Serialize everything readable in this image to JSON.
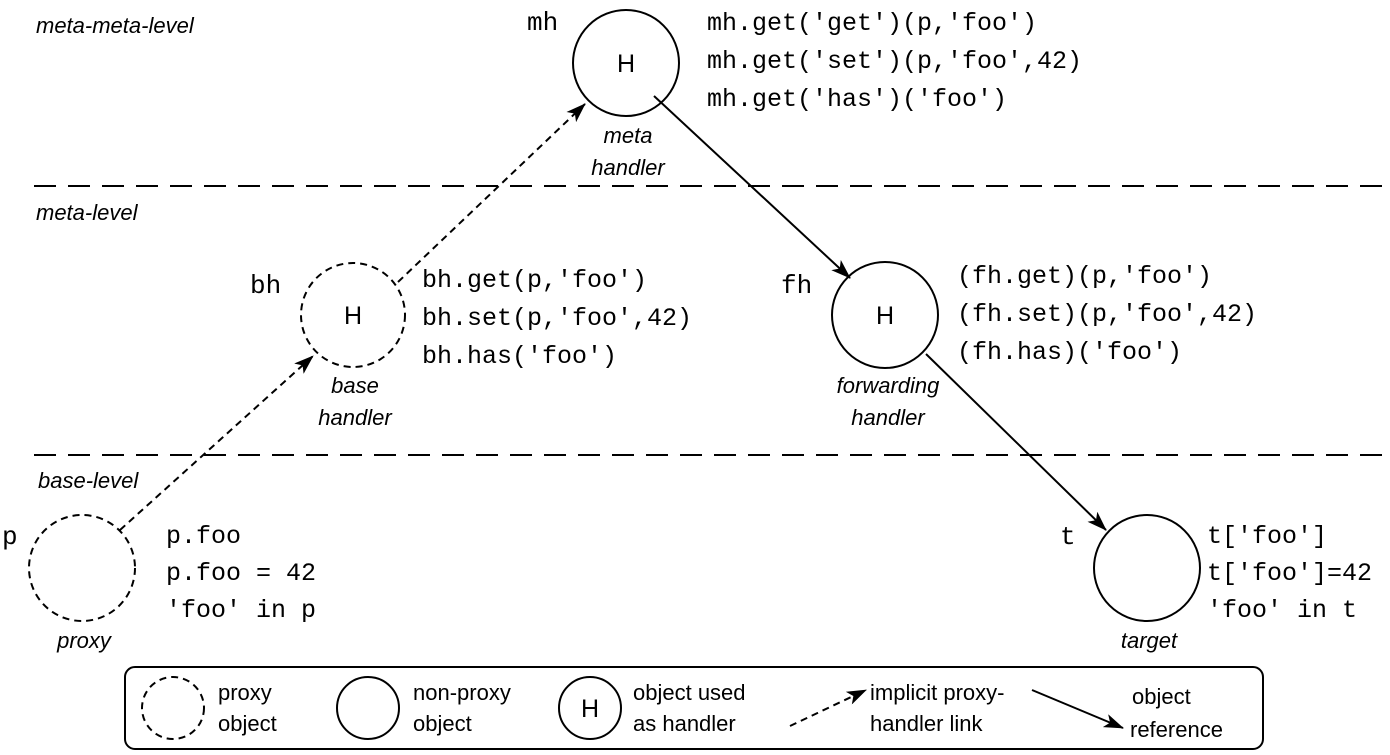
{
  "levels": {
    "meta_meta": "meta-meta-level",
    "meta": "meta-level",
    "base": "base-level"
  },
  "nodes": {
    "mh": {
      "name": "mh",
      "letter": "H",
      "caption": [
        "meta",
        "handler"
      ],
      "code": [
        "mh.get('get')(p,'foo')",
        "mh.get('set')(p,'foo',42)",
        "mh.get('has')('foo')"
      ]
    },
    "bh": {
      "name": "bh",
      "letter": "H",
      "caption": [
        "base",
        "handler"
      ],
      "code": [
        "bh.get(p,'foo')",
        "bh.set(p,'foo',42)",
        "bh.has('foo')"
      ]
    },
    "fh": {
      "name": "fh",
      "letter": "H",
      "caption": [
        "forwarding",
        "handler"
      ],
      "code": [
        "(fh.get)(p,'foo')",
        "(fh.set)(p,'foo',42)",
        "(fh.has)('foo')"
      ]
    },
    "p": {
      "name": "p",
      "caption": [
        "proxy"
      ],
      "code": [
        "p.foo",
        "p.foo = 42",
        "'foo' in p"
      ]
    },
    "t": {
      "name": "t",
      "caption": [
        "target"
      ],
      "code": [
        "t['foo']",
        "t['foo']=42",
        "'foo' in t"
      ]
    }
  },
  "legend": {
    "proxy": [
      "proxy",
      "object"
    ],
    "nonproxy": [
      "non-proxy",
      "object"
    ],
    "handler_letter": "H",
    "handler": [
      "object used",
      "as handler"
    ],
    "implicit": [
      "implicit proxy-",
      "handler link"
    ],
    "reference": [
      "object",
      "reference"
    ]
  }
}
